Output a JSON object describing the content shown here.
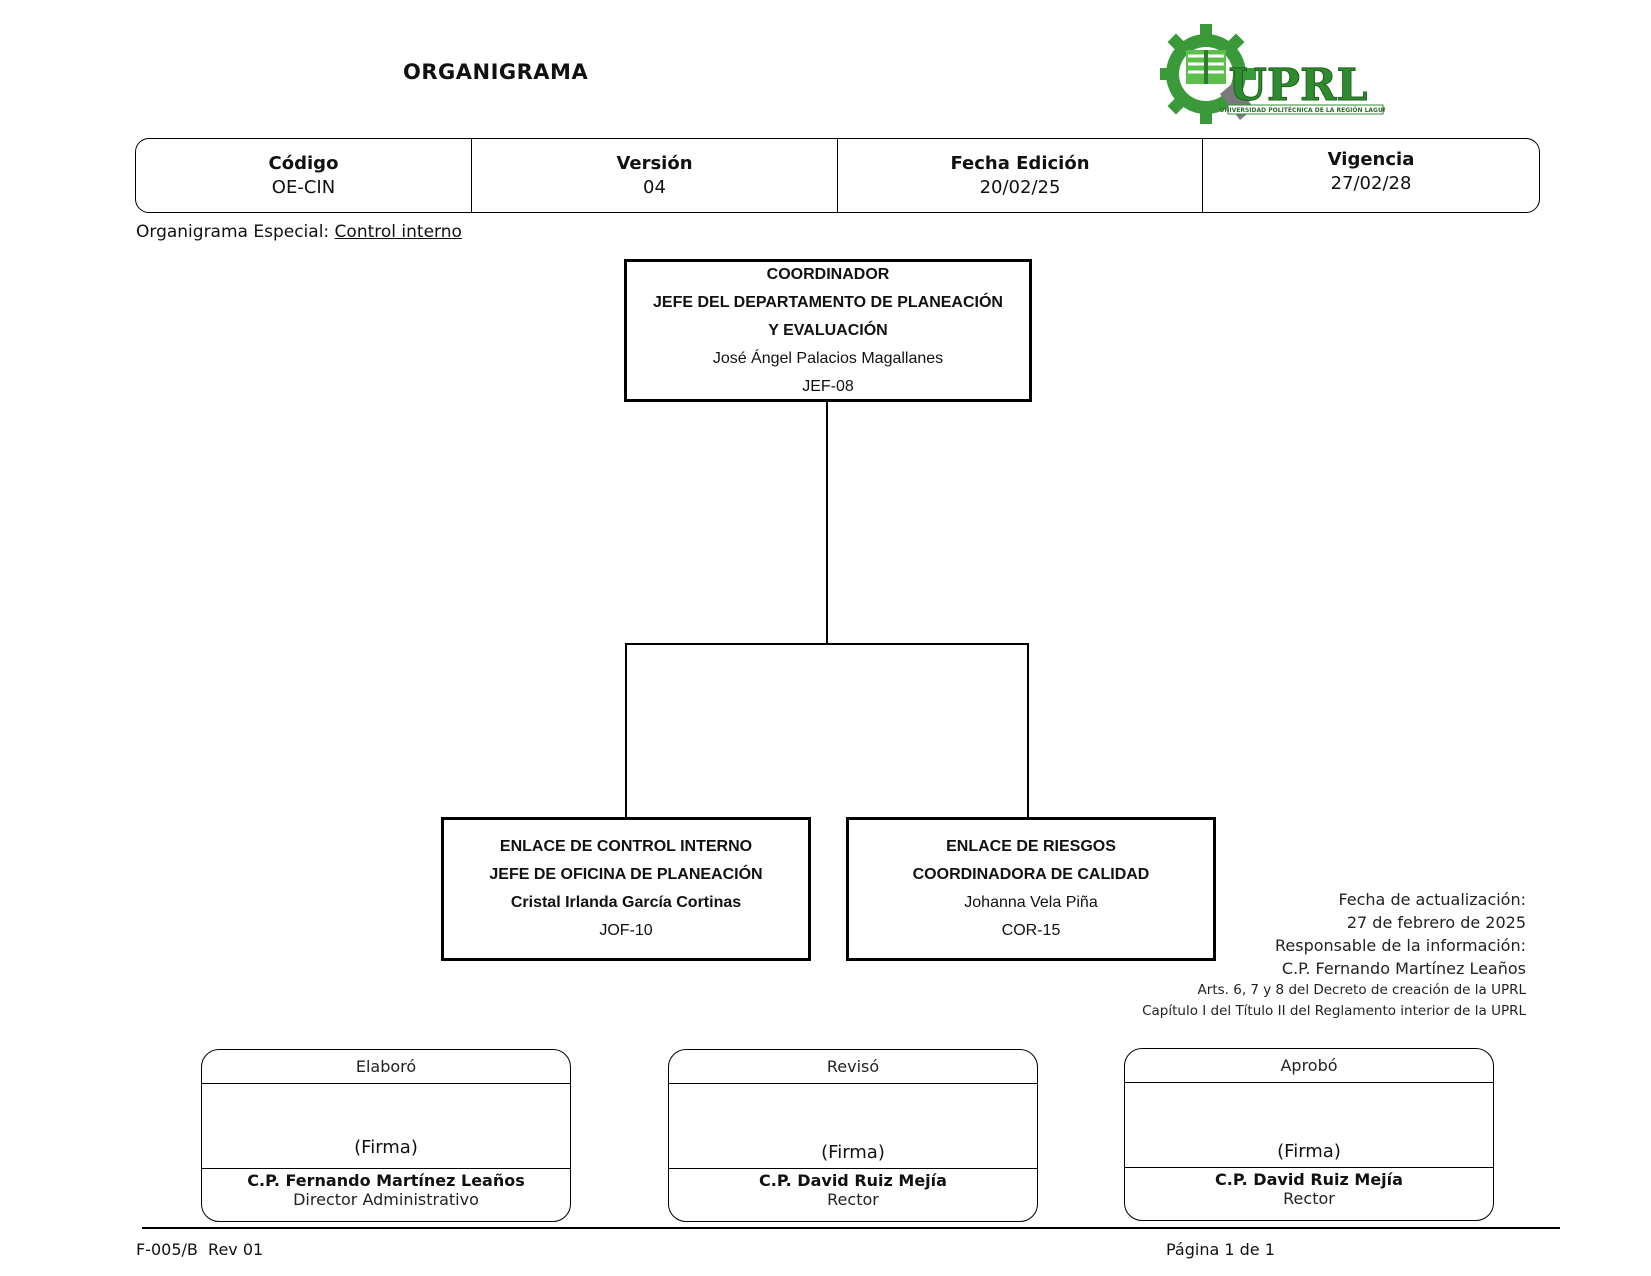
{
  "header": {
    "title": "ORGANIGRAMA",
    "logo_text": "UPRL",
    "logo_subtext": "UNIVERSIDAD POLITÉCNICA DE LA REGIÓN LAGUNA",
    "fields": [
      {
        "label": "Código",
        "value": "OE-CIN"
      },
      {
        "label": "Versión",
        "value": "04"
      },
      {
        "label": "Fecha Edición",
        "value": "20/02/25"
      },
      {
        "label": "Vigencia",
        "value": "27/02/28"
      }
    ],
    "brand_color": "#2e8b2e"
  },
  "special": {
    "prefix": "Organigrama Especial: ",
    "name": "Control interno"
  },
  "org": {
    "top": {
      "line1": "COORDINADOR",
      "line2": "JEFE DEL DEPARTAMENTO DE PLANEACIÓN Y EVALUACIÓN",
      "person": "José Ángel Palacios Magallanes",
      "code": "JEF-08"
    },
    "left": {
      "line1": "ENLACE DE CONTROL INTERNO",
      "line2": "JEFE DE OFICINA DE PLANEACIÓN",
      "person": "Cristal Irlanda García Cortinas",
      "code": "JOF-10"
    },
    "right": {
      "line1": "ENLACE DE RIESGOS",
      "line2": "COORDINADORA DE CALIDAD",
      "person": "Johanna Vela Piña",
      "code": "COR-15"
    }
  },
  "note": {
    "l1": "Fecha de actualización:",
    "l2": "27 de febrero de 2025",
    "l3": "Responsable de la información:",
    "l4": "C.P. Fernando Martínez Leaños",
    "l5": "Arts. 6, 7 y 8 del Decreto de creación de la UPRL",
    "l6": "Capítulo I del Título II del Reglamento interior de la UPRL"
  },
  "signatures": [
    {
      "head": "Elaboró",
      "firma": "(Firma)",
      "name": "C.P. Fernando Martínez Leaños",
      "role": "Director Administrativo"
    },
    {
      "head": "Revisó",
      "firma": "(Firma)",
      "name": "C.P. David Ruiz Mejía",
      "role": "Rector"
    },
    {
      "head": "Aprobó",
      "firma": "(Firma)",
      "name": "C.P. David Ruiz Mejía",
      "role": "Rector"
    }
  ],
  "footer": {
    "left": "F-005/B  Rev 01",
    "right": "Página 1 de 1"
  }
}
